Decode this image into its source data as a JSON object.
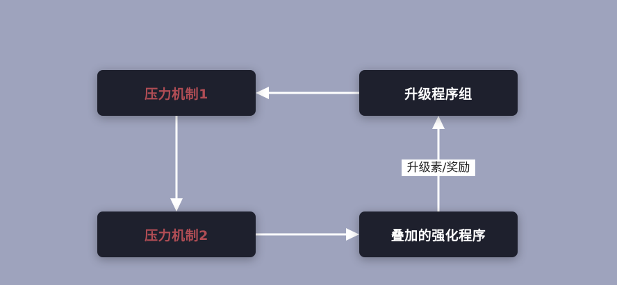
{
  "nodes": {
    "pressure_1": "压力机制1",
    "upgrade_group": "升级程序组",
    "pressure_2": "压力机制2",
    "stacked_enhancement": "叠加的强化程序"
  },
  "edges": {
    "stacked_to_upgrade_label": "升级素/奖励"
  },
  "colors": {
    "background": "#9ea3bd",
    "node_fill": "#1e202d",
    "pressure_text": "#b04d55",
    "normal_text": "#ffffff",
    "edge": "#ffffff"
  }
}
